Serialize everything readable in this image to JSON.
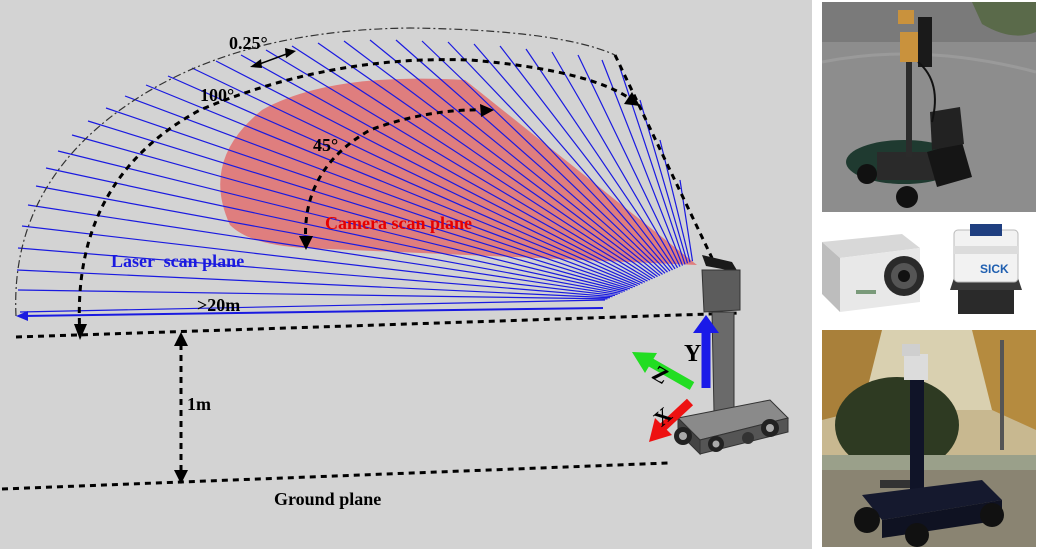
{
  "diagram": {
    "angle_small": "0.25°",
    "angle_large": "100°",
    "angle_medium": "45°",
    "camera_plane": "Camera scan plane",
    "laser_plane": "Laser  scan plane",
    "range": ">20m",
    "height": "1m",
    "ground": "Ground plane",
    "axis_y": "Y",
    "axis_z": "Z",
    "axis_x": "X",
    "colors": {
      "laser": "#1a1ae0",
      "camera": "#e07474",
      "axis_y": "#1a1ae8",
      "axis_z": "#22dd22",
      "axis_x": "#ee1111",
      "background": "#d3d3d3"
    }
  },
  "photos": {
    "robot_outdoor_top": {
      "subject": "mobile robot with laptop on platform"
    },
    "camera_device": {
      "subject": "block camera"
    },
    "laser_device": {
      "subject": "laser scanner",
      "brand": "SICK"
    },
    "robot_outdoor_bottom": {
      "subject": "mobile robot in park"
    }
  }
}
